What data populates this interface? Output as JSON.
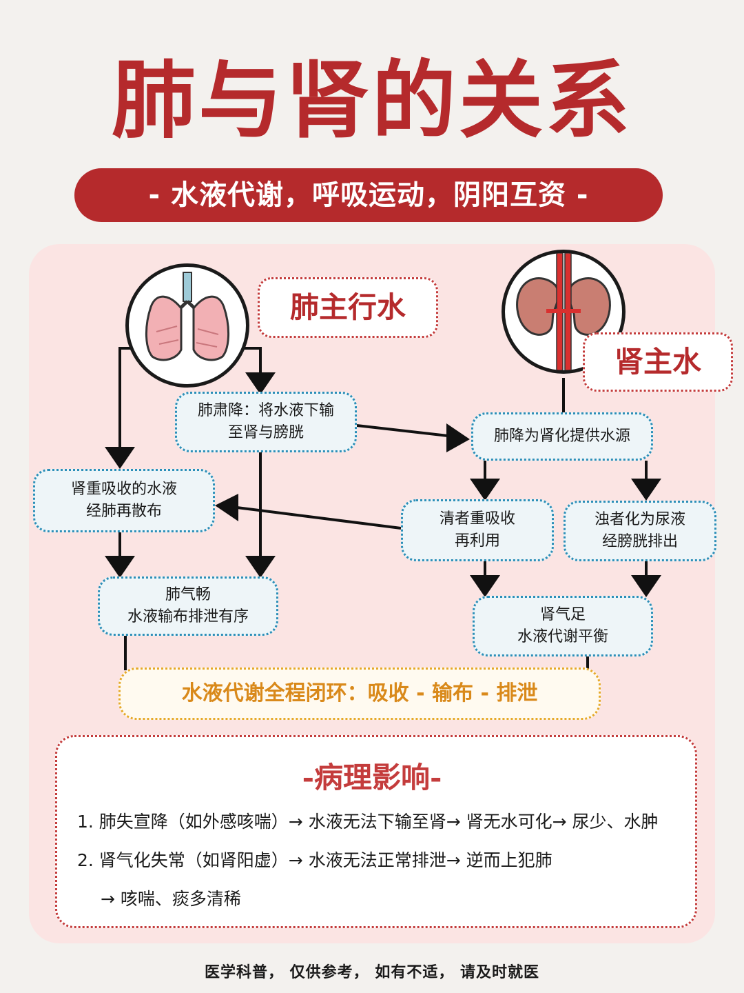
{
  "title": "肺与肾的关系",
  "subtitle": "- 水液代谢，呼吸运动，阴阳互资 -",
  "lung_tag": "肺主行水",
  "kidney_tag": "肾主水",
  "boxes": {
    "lung_descend": [
      "肺肃降：将水液下输",
      "至肾与膀胱"
    ],
    "kidney_reabsorb": [
      "肾重吸收的水液",
      "经肺再散布"
    ],
    "lung_qi": [
      "肺气畅",
      "水液输布排泄有序"
    ],
    "lung_source": [
      "肺降为肾化提供水源"
    ],
    "clear": [
      "清者重吸收",
      "再利用"
    ],
    "turbid": [
      "浊者化为尿液",
      "经膀胱排出"
    ],
    "kidney_qi": [
      "肾气足",
      "水液代谢平衡"
    ]
  },
  "loop_text": "水液代谢全程闭环：吸收 - 输布 - 排泄",
  "pathology": {
    "title": "-病理影响-",
    "lines": [
      "1. 肺失宣降（如外感咳喘）→ 水液无法下输至肾→ 肾无水可化→ 尿少、水肿",
      "2. 肾气化失常（如肾阳虚）→ 水液无法正常排泄→ 逆而上犯肺",
      "→ 咳喘、痰多清稀"
    ]
  },
  "footer": "医学科普，  仅供参考，  如有不适，  请及时就医",
  "colors": {
    "primary_red": "#b52a2c",
    "blue_dotted": "#2c8fb8",
    "gold": "#e6a92a",
    "panel_pink": "#fbe4e3"
  }
}
